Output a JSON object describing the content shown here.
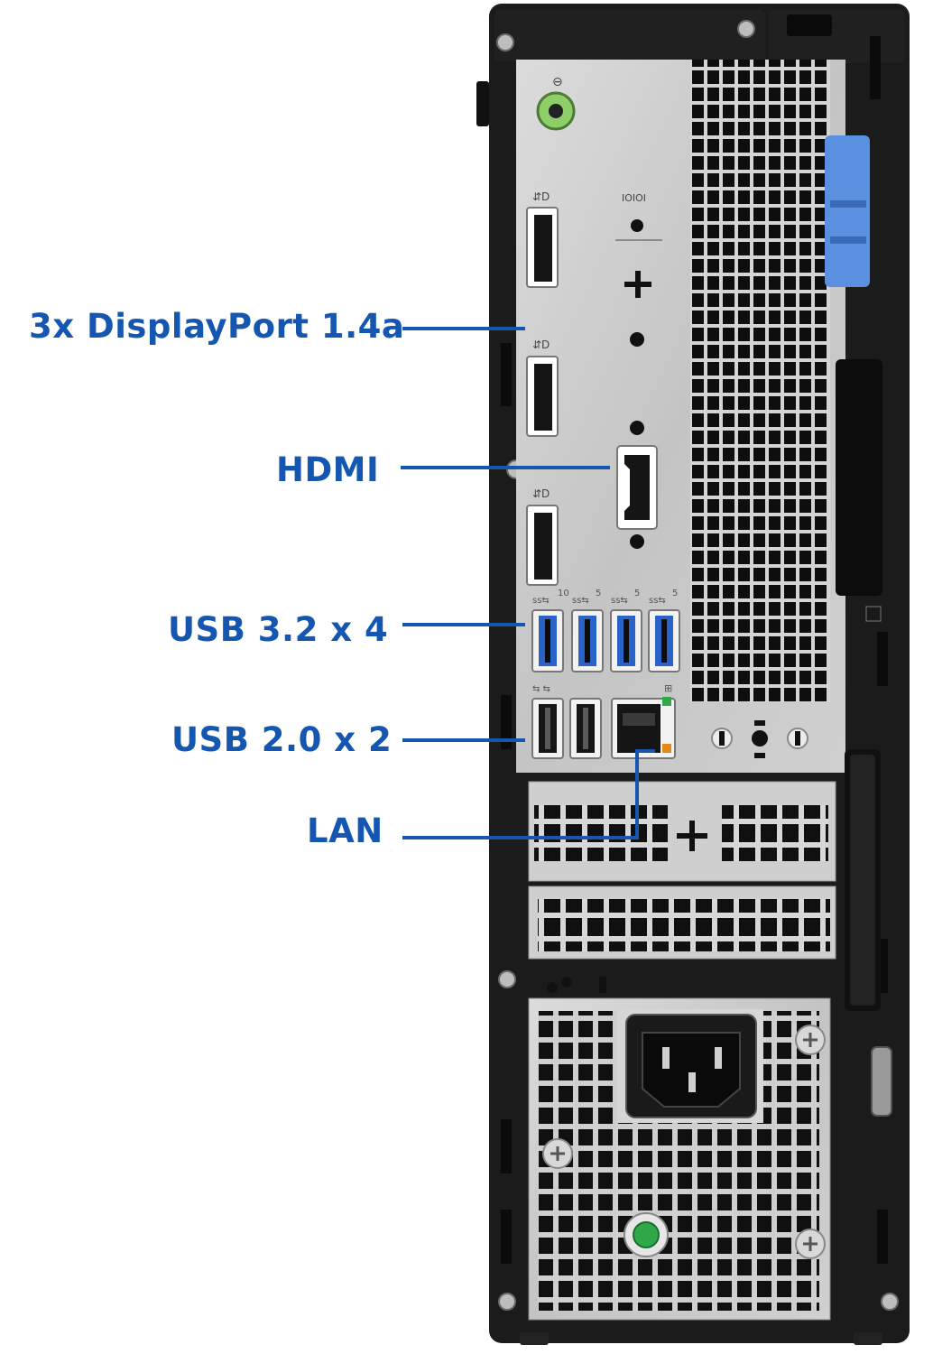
{
  "callouts": {
    "displayport": "3x DisplayPort 1.4a",
    "hdmi": "HDMI",
    "usb32": "USB 3.2 x 4",
    "usb20": "USB 2.0 x 2",
    "lan": "LAN"
  },
  "port_glyphs": {
    "serial": "IOIOI",
    "usb_speed_10": "10",
    "usb_speed_5": "5"
  },
  "colors": {
    "callout": "#1557b0",
    "chassis": "#1b1b1b",
    "panel": "#c9c9c9",
    "latch": "#5b8fe0",
    "usb3": "#2a63c7",
    "led_green": "#2fa84a",
    "led_orange": "#e58a1a"
  }
}
